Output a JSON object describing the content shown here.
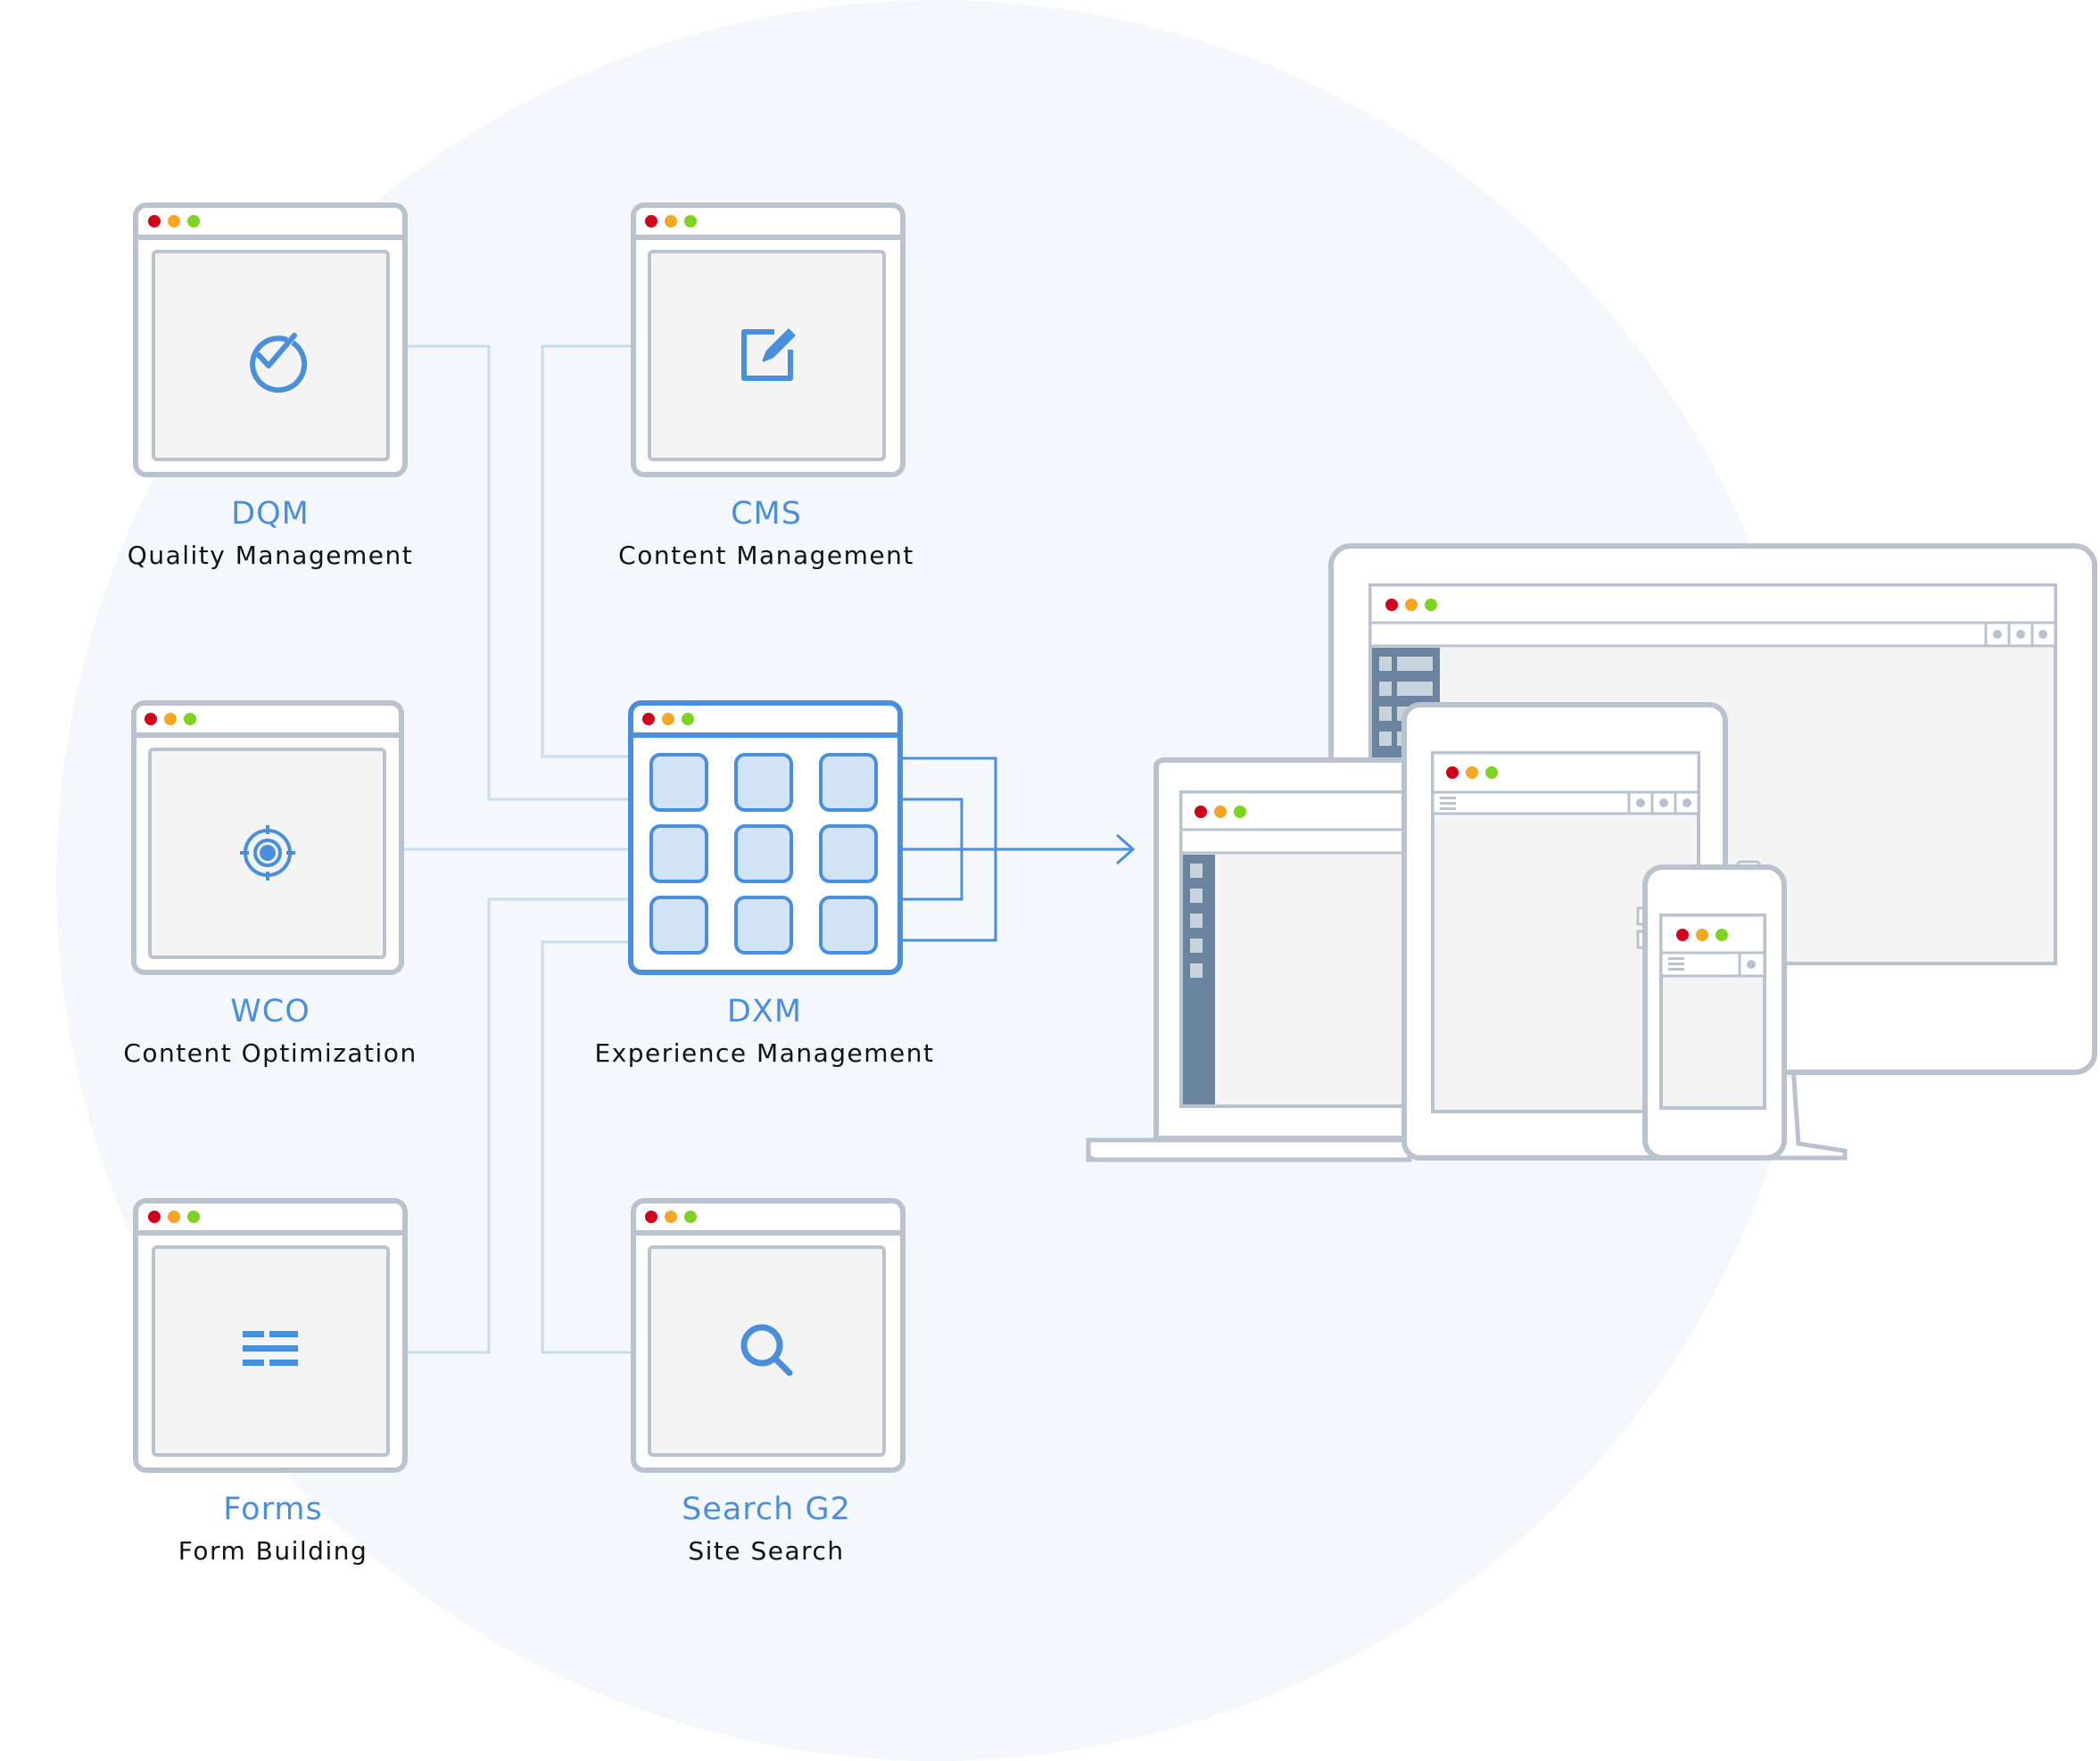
{
  "modules": [
    {
      "id": "dqm",
      "title": "DQM",
      "subtitle": "Quality Management",
      "icon": "check-circle-icon"
    },
    {
      "id": "cms",
      "title": "CMS",
      "subtitle": "Content Management",
      "icon": "edit-icon"
    },
    {
      "id": "wco",
      "title": "WCO",
      "subtitle": "Content Optimization",
      "icon": "target-icon"
    },
    {
      "id": "dxm",
      "title": "DXM",
      "subtitle": "Experience Management",
      "icon": "grid-icon"
    },
    {
      "id": "forms",
      "title": "Forms",
      "subtitle": "Form Building",
      "icon": "form-lines-icon"
    },
    {
      "id": "search",
      "title": "Search G2",
      "subtitle": "Site Search",
      "icon": "search-icon"
    }
  ],
  "devices": [
    "desktop-monitor",
    "laptop",
    "tablet",
    "phone"
  ],
  "colors": {
    "accent": "#4a8fdc",
    "frame": "#b9c3cf",
    "panel": "#f4f4f4",
    "background_circle": "#f4f8fd",
    "dot_red": "#d0021b",
    "dot_orange": "#f5a623",
    "dot_green": "#7ed321",
    "sidebar": "#6b84a0"
  }
}
